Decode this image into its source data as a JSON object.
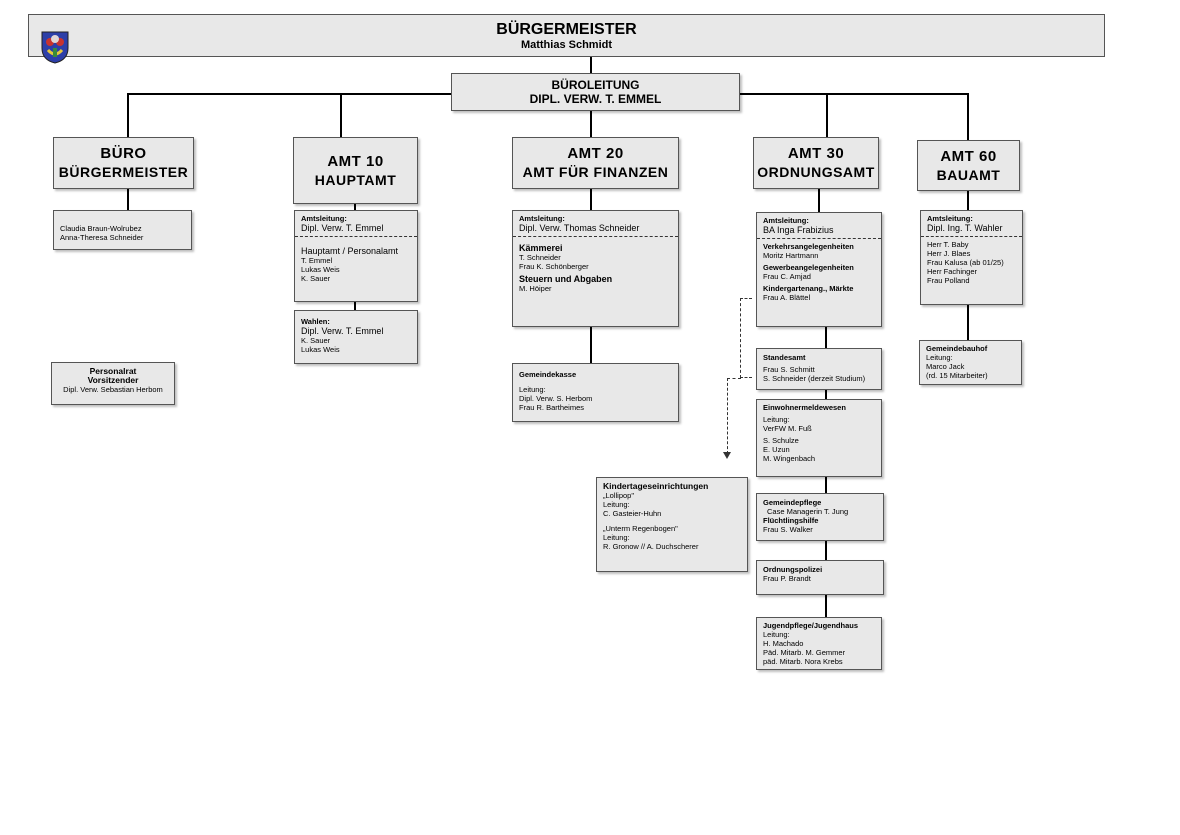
{
  "mayor": {
    "title": "BÜRGERMEISTER",
    "name": "Matthias Schmidt"
  },
  "office_management": {
    "title": "BÜROLEITUNG",
    "name": "DIPL. VERW. T. EMMEL"
  },
  "dept_buero": {
    "line1": "BÜRO",
    "line2": "BÜRGERMEISTER",
    "staff": [
      "Claudia Braun-Wolrubez",
      "Anna-Theresa Schneider"
    ]
  },
  "staff_council": {
    "line1": "Personalrat",
    "line2": "Vorsitzender",
    "line3": "Dipl. Verw. Sebastian Herbom"
  },
  "dept_10": {
    "line1": "AMT 10",
    "line2": "HAUPTAMT",
    "lead_label": "Amtsleitung:",
    "lead": "Dipl. Verw. T. Emmel",
    "section": "Hauptamt  / Personalamt",
    "section_staff": [
      "T. Emmel",
      "Lukas Weis",
      "K. Sauer"
    ],
    "elections_label": "Wahlen:",
    "elections_lead": "Dipl. Verw. T. Emmel",
    "elections_staff": [
      "K. Sauer",
      "Lukas Weis"
    ]
  },
  "dept_20": {
    "line1": "AMT 20",
    "line2": "AMT  FÜR FINANZEN",
    "lead_label": "Amtsleitung:",
    "lead": "Dipl. Verw. Thomas Schneider",
    "treasury_title": "Kämmerei",
    "treasury_staff": [
      "T. Schneider",
      "Frau K. Schönberger"
    ],
    "taxes_title": "Steuern und Abgaben",
    "taxes_staff": [
      "M. Höiper"
    ],
    "cashoffice_title": "Gemeindekasse",
    "cashoffice_label": "Leitung:",
    "cashoffice_staff": [
      "Dipl. Verw. S. Herbom",
      "Frau R. Bartheimes"
    ]
  },
  "dept_30": {
    "line1": "AMT 30",
    "line2": "ORDNUNGSAMT",
    "lead_label": "Amtsleitung:",
    "lead": "BA Inga Frabizius",
    "traffic_title": "Verkehrsangelegenheiten",
    "traffic_staff": "Moritz Hartmann",
    "trade_title": "Gewerbeangelegenheiten",
    "trade_staff": "Frau C. Amjad",
    "kita_title": "Kindergartenang., Märkte",
    "kita_staff": "Frau A. Blättel",
    "registry_title": "Standesamt",
    "registry_staff": [
      "Frau S. Schmitt",
      "S. Schneider (derzeit Studium)"
    ],
    "residents_title": "Einwohnermeldewesen",
    "residents_label": "Leitung:",
    "residents_lead": "VerFW M. Fuß",
    "residents_staff": [
      "S. Schulze",
      "E. Uzun",
      "M. Wingenbach"
    ],
    "care_title": "Gemeindepflege",
    "care_staff": "Case Managerin T. Jung",
    "refugee_title": "Flüchtlingshilfe",
    "refugee_staff": "Frau S. Walker",
    "police_title": "Ordnungspolizei",
    "police_staff": "Frau P. Brandt",
    "youth_title": "Jugendpflege/Jugendhaus",
    "youth_label": "Leitung:",
    "youth_staff": [
      "H. Machado",
      "Päd. Mitarb. M. Gemmer",
      "päd. Mitarb.  Nora Krebs"
    ]
  },
  "daycare": {
    "title": "Kindertageseinrichtungen",
    "c1_name": "„Lollipop\"",
    "c1_label": "Leitung:",
    "c1_lead": "C. Gasteier-Huhn",
    "c2_name": "„Unterm Regenbogen\"",
    "c2_label": "Leitung:",
    "c2_lead": "R. Gronow  //  A.  Duchscherer"
  },
  "dept_60": {
    "line1": "AMT 60",
    "line2": "BAUAMT",
    "lead_label": "Amtsleitung:",
    "lead": "Dipl. Ing. T.  Wahler",
    "staff": [
      "Herr T. Baby",
      "Herr J. Blaes",
      "Frau Kalusa (ab 01/25)",
      "Herr Fachinger",
      "Frau Polland"
    ],
    "yard_title": "Gemeindebauhof",
    "yard_label": "Leitung:",
    "yard_lead": "Marco Jack",
    "yard_note": "(rd. 15 Mitarbeiter)"
  },
  "colors": {
    "box": "#e8e8e8",
    "border": "#555555",
    "line": "#000000"
  },
  "icons": {
    "crest": "municipal-coat-of-arms"
  }
}
